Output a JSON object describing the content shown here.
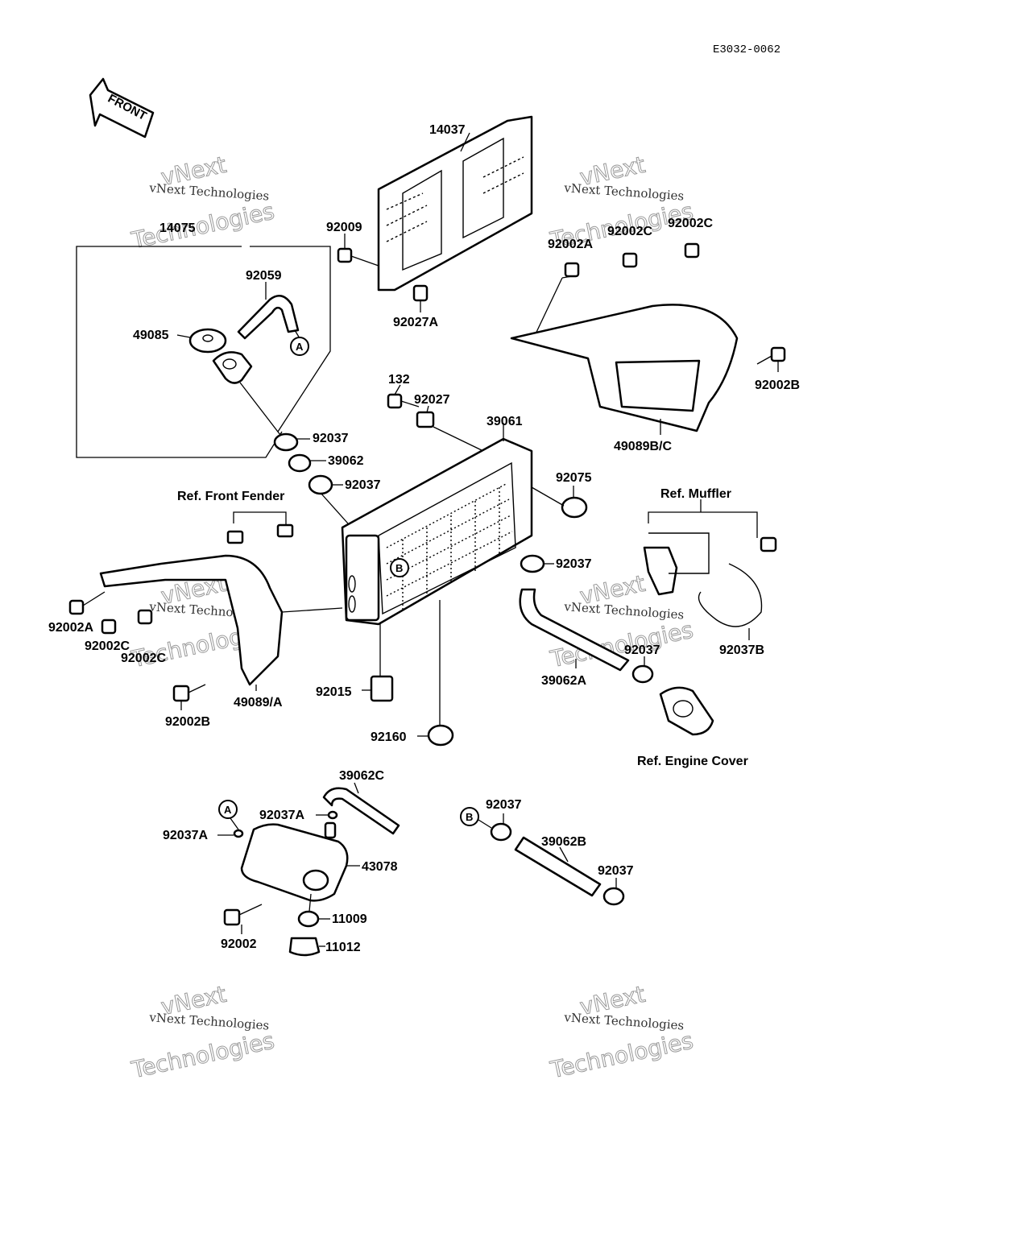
{
  "diagram_code": "E3032-0062",
  "front_label": "FRONT",
  "watermark": {
    "line1": "vNext Technologies",
    "line2": "vNext",
    "line3": "Technologies"
  },
  "callouts": {
    "A": "A",
    "B": "B"
  },
  "labels": {
    "p14037": "14037",
    "p14075": "14075",
    "p92009": "92009",
    "p92027A": "92027A",
    "p92059": "92059",
    "p49085": "49085",
    "p92002A_top": "92002A",
    "p92002C_top1": "92002C",
    "p92002C_top2": "92002C",
    "p92002B_right": "92002B",
    "p49089BC": "49089B/C",
    "p132": "132",
    "p92027": "92027",
    "p39061": "39061",
    "p92037_a": "92037",
    "p39062": "39062",
    "p92037_b": "92037",
    "p92075": "92075",
    "ref_front_fender": "Ref. Front Fender",
    "ref_muffler": "Ref. Muffler",
    "p92037_c": "92037",
    "p92002A_left": "92002A",
    "p92002C_left1": "92002C",
    "p92002C_left2": "92002C",
    "p92037_d": "92037",
    "p39062A": "39062A",
    "p92037B": "92037B",
    "p92015": "92015",
    "p49089A": "49089/A",
    "p92002B_left": "92002B",
    "p92160": "92160",
    "ref_engine_cover": "Ref. Engine Cover",
    "p39062C": "39062C",
    "p92037A_1": "92037A",
    "p92037A_2": "92037A",
    "p43078": "43078",
    "p11009": "11009",
    "p11012": "11012",
    "p92002": "92002",
    "p92037_e": "92037",
    "p39062B": "39062B",
    "p92037_f": "92037"
  }
}
